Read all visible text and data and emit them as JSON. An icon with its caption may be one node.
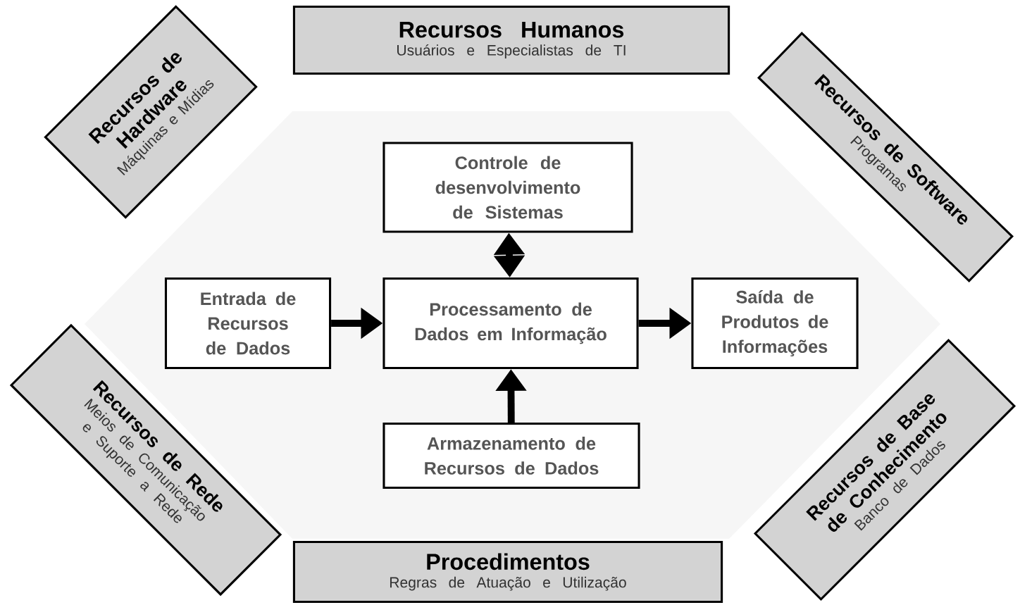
{
  "diagram": {
    "nodes": [
      {
        "text": [
          "Recursos Humanos",
          "Usuários e Especialistas de TI"
        ]
      },
      {
        "text": [
          "Recursos de Hardware",
          "Máquinas e Mídias"
        ]
      },
      {
        "text": [
          "Recursos de Software",
          "Programas"
        ]
      },
      {
        "text": [
          "Controle de desenvolvimento de Sistemas"
        ]
      },
      {
        "text": [
          "Entrada de Recursos de Dados"
        ]
      },
      {
        "text": [
          "Processamento de Dados em Informação"
        ]
      },
      {
        "text": [
          "Saída de Produtos de Informações"
        ]
      },
      {
        "text": [
          "Recursos de Rede",
          "Meios de Comunicação e Suporte a Rede"
        ]
      },
      {
        "text": [
          "Armazenamento de Recursos de Dados"
        ]
      },
      {
        "text": [
          "Recursos de Base de Conhecimento",
          "Banco de Dados"
        ]
      },
      {
        "text": [
          "Procedimentos",
          "Regras de Atuação e Utilização"
        ]
      }
    ],
    "edges": [
      {
        "from": 3,
        "to": 5,
        "arrow": "both"
      },
      {
        "from": 4,
        "to": 5,
        "arrow": "to"
      },
      {
        "from": 5,
        "to": 6,
        "arrow": "to"
      },
      {
        "from": 8,
        "to": 5,
        "arrow": "to"
      }
    ]
  }
}
